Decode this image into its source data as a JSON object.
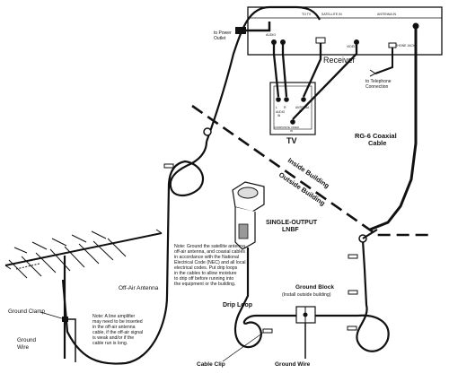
{
  "receiver": {
    "label": "Receiver",
    "jack_top_left": "TO TV",
    "jack_top_right": "SATELLITE IN",
    "jack_audio": "AUDIO",
    "jack_video": "VIDEO",
    "jack_antenna": "ANTENNA IN",
    "jack_phone": "PHONE JACK",
    "to_power_outlet": [
      "to Power",
      "Outlet"
    ],
    "to_telephone": [
      "to Telephone",
      "Connection"
    ]
  },
  "tv": {
    "label": "TV",
    "jack_l": "L",
    "jack_r": "R",
    "jack_audio_in": [
      "AUDIO",
      "IN"
    ],
    "jack_antenna_in": [
      "ANTENNA",
      "IN"
    ],
    "jack_video": [
      "COMPOSITE VIDEO",
      "IN"
    ]
  },
  "cable_label": [
    "RG-6 Coaxial",
    "Cable"
  ],
  "inside_building": "Inside Building",
  "outside_building": "Outside Building",
  "lnbf_label": [
    "SINGLE-OUTPUT",
    "LNBF"
  ],
  "satellite_note": [
    "Note:  Ground the satellite antenna,",
    "off-air antenna, and coaxial cables",
    "in accordance with the National",
    "Electrical Code (NEC) and all local",
    "electrical codes.  Put drip loops",
    "in the cables to allow moisture",
    "to drip off before running into",
    "the equipment or the building."
  ],
  "amp_note": [
    "Note:  A line amplifier",
    "may need to be inserted",
    "in the off-air antenna",
    "cable, if the off-air signal",
    "is weak and/or if the",
    "cable run is long."
  ],
  "off_air_antenna": "Off-Air Antenna",
  "ground_clamp": "Ground Clamp",
  "ground_wire_left": [
    "Ground",
    "Wire"
  ],
  "drip_loop": "Drip Loop",
  "ground_block": "Ground  Block",
  "ground_block_sub": "(Install outside building)",
  "cable_clip": "Cable Clip",
  "ground_wire_bottom": "Ground  Wire"
}
